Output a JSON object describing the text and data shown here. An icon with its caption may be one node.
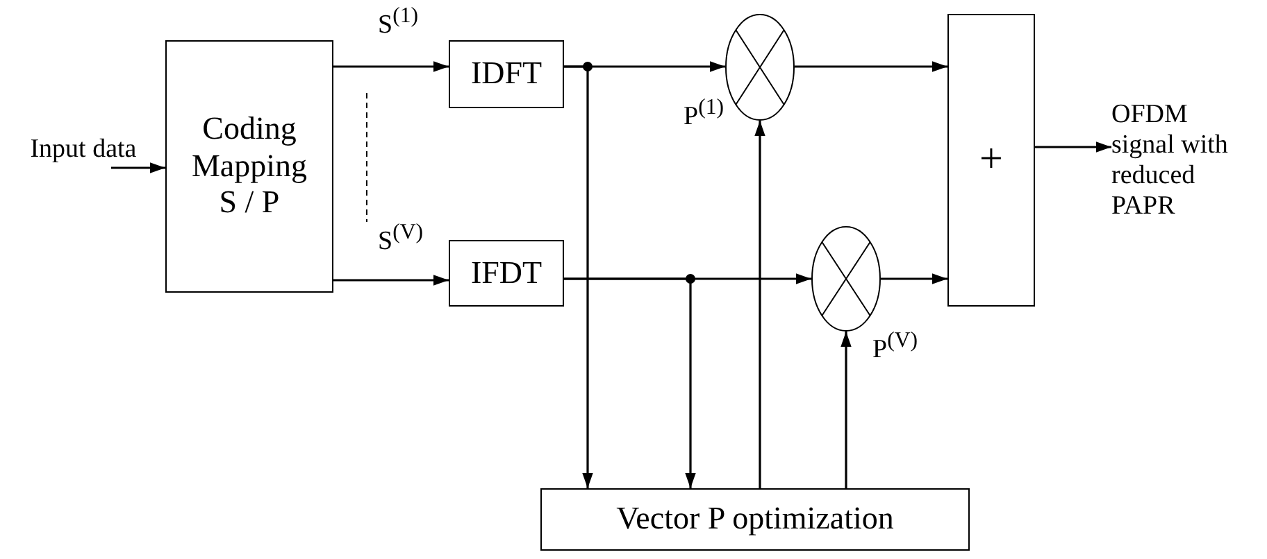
{
  "diagram": {
    "nodes": [
      {
        "text": [
          "Coding Mapping S / P"
        ]
      },
      {
        "text": [
          "IDFT"
        ]
      },
      {
        "text": [
          "IFDT"
        ]
      },
      {
        "text": [],
        "shape": "circle",
        "beside": [
          "P$^{(1)}$"
        ]
      },
      {
        "text": [],
        "shape": "circle",
        "beside": [
          "P$^{(V)}$"
        ]
      },
      {
        "text": [
          "+"
        ]
      },
      {
        "text": [
          "Vector P optimization"
        ]
      },
      {
        "text": [
          "OFDM signal with reduced PAPR"
        ]
      },
      {
        "text": [
          "Input data"
        ]
      }
    ],
    "edges": [
      {
        "from": 8,
        "to": 0,
        "arrow": "to"
      },
      {
        "from": 0,
        "to": 1,
        "arrow": "to",
        "label": "S$^{(1)}$"
      },
      {
        "from": 0,
        "to": 2,
        "arrow": "to",
        "label": "S$^{(V)}$"
      },
      {
        "from": 1,
        "to": 3,
        "arrow": "to"
      },
      {
        "from": 1,
        "to": 6,
        "arrow": "to"
      },
      {
        "from": 2,
        "to": 4,
        "arrow": "to"
      },
      {
        "from": 2,
        "to": 6,
        "arrow": "to"
      },
      {
        "from": 6,
        "to": 3,
        "arrow": "to"
      },
      {
        "from": 6,
        "to": 4,
        "arrow": "to"
      },
      {
        "from": 3,
        "to": 5,
        "arrow": "to"
      },
      {
        "from": 4,
        "to": 5,
        "arrow": "to"
      },
      {
        "from": 5,
        "to": 7,
        "arrow": "to"
      }
    ]
  }
}
